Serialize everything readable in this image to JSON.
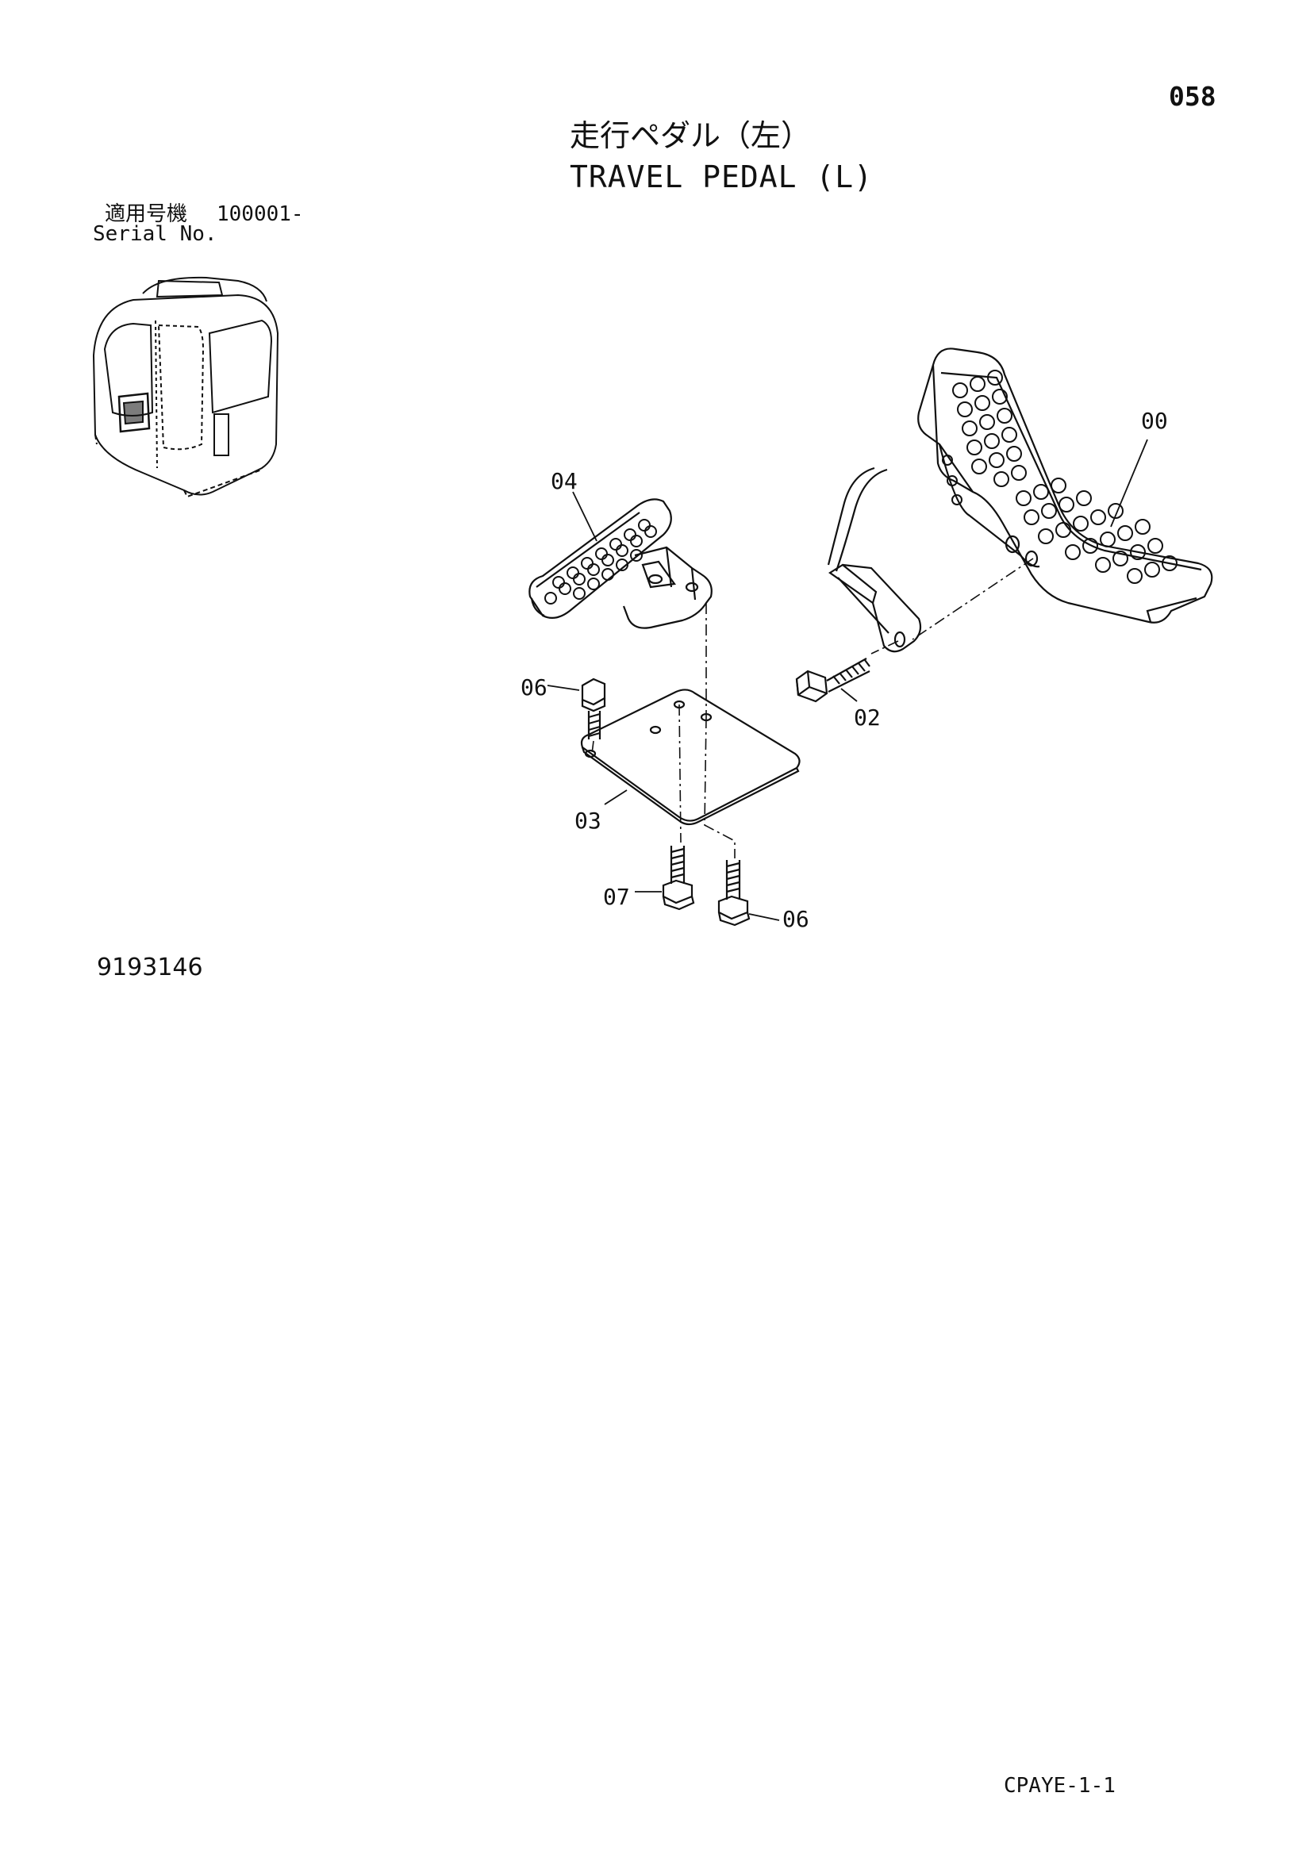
{
  "page_number": "058",
  "title": {
    "jp": "走行ペダル（左）",
    "en": "TRAVEL PEDAL (L)"
  },
  "serial": {
    "label_jp": "適用号機",
    "range": "100001-",
    "label_en": "Serial No."
  },
  "drawing_number": "9193146",
  "document_code": "CPAYE-1-1",
  "callouts": {
    "c00": "00",
    "c02": "02",
    "c03": "03",
    "c04": "04",
    "c06a": "06",
    "c06b": "06",
    "c07": "07"
  }
}
